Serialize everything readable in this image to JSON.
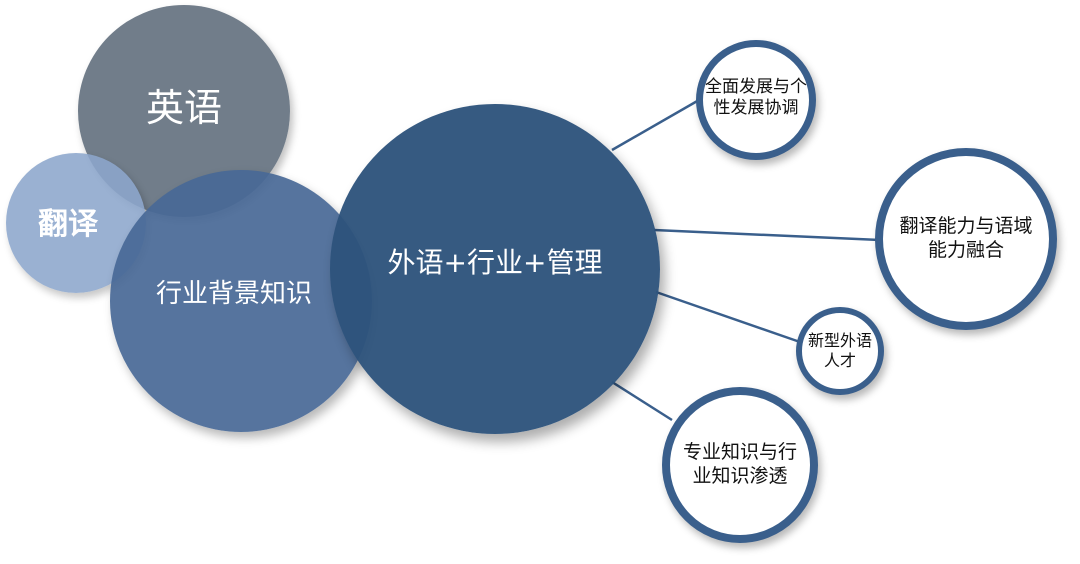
{
  "left_cluster": {
    "english": "英语",
    "translation": "翻译",
    "industry": "行业背景知识"
  },
  "core": "外语+行业+管理",
  "satellites": [
    "全面发展与个性发展协调",
    "翻译能力与语域能力融合",
    "新型外语人才",
    "专业知识与行业知识渗透"
  ],
  "colors": {
    "english": "#657280",
    "translation": "#8ca6cc",
    "industry": "#486896",
    "core": "#2e537c",
    "ring": "#3a5f8c"
  }
}
